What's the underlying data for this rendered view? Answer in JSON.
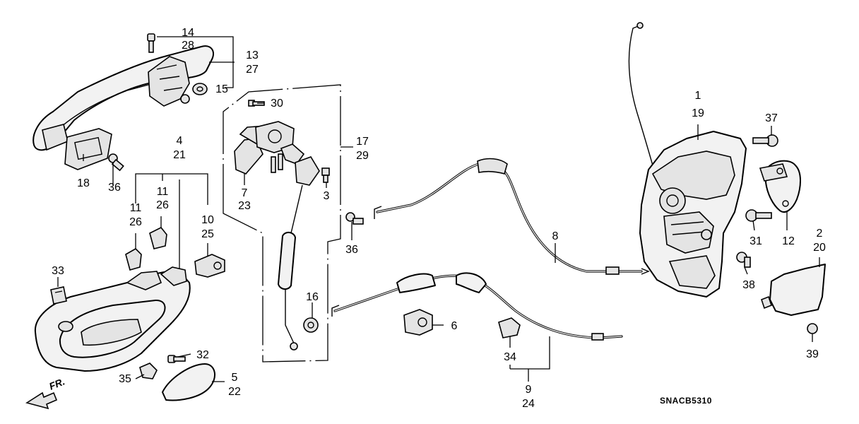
{
  "diagram": {
    "code": "SNACB5310",
    "direction_label": "FR.",
    "labels": {
      "l1": "1",
      "l19": "19",
      "l2": "2",
      "l20": "20",
      "l3": "3",
      "l4": "4",
      "l21": "21",
      "l5": "5",
      "l22": "22",
      "l6": "6",
      "l7": "7",
      "l23": "23",
      "l8": "8",
      "l9": "9",
      "l24": "24",
      "l10": "10",
      "l25": "25",
      "l11a": "11",
      "l26a": "26",
      "l11b": "11",
      "l26b": "26",
      "l12": "12",
      "l13": "13",
      "l27": "27",
      "l14": "14",
      "l28": "28",
      "l15": "15",
      "l16": "16",
      "l17": "17",
      "l29": "29",
      "l18": "18",
      "l30": "30",
      "l31": "31",
      "l32": "32",
      "l33": "33",
      "l34": "34",
      "l35": "35",
      "l36a": "36",
      "l36b": "36",
      "l37": "37",
      "l38": "38",
      "l39": "39"
    }
  }
}
